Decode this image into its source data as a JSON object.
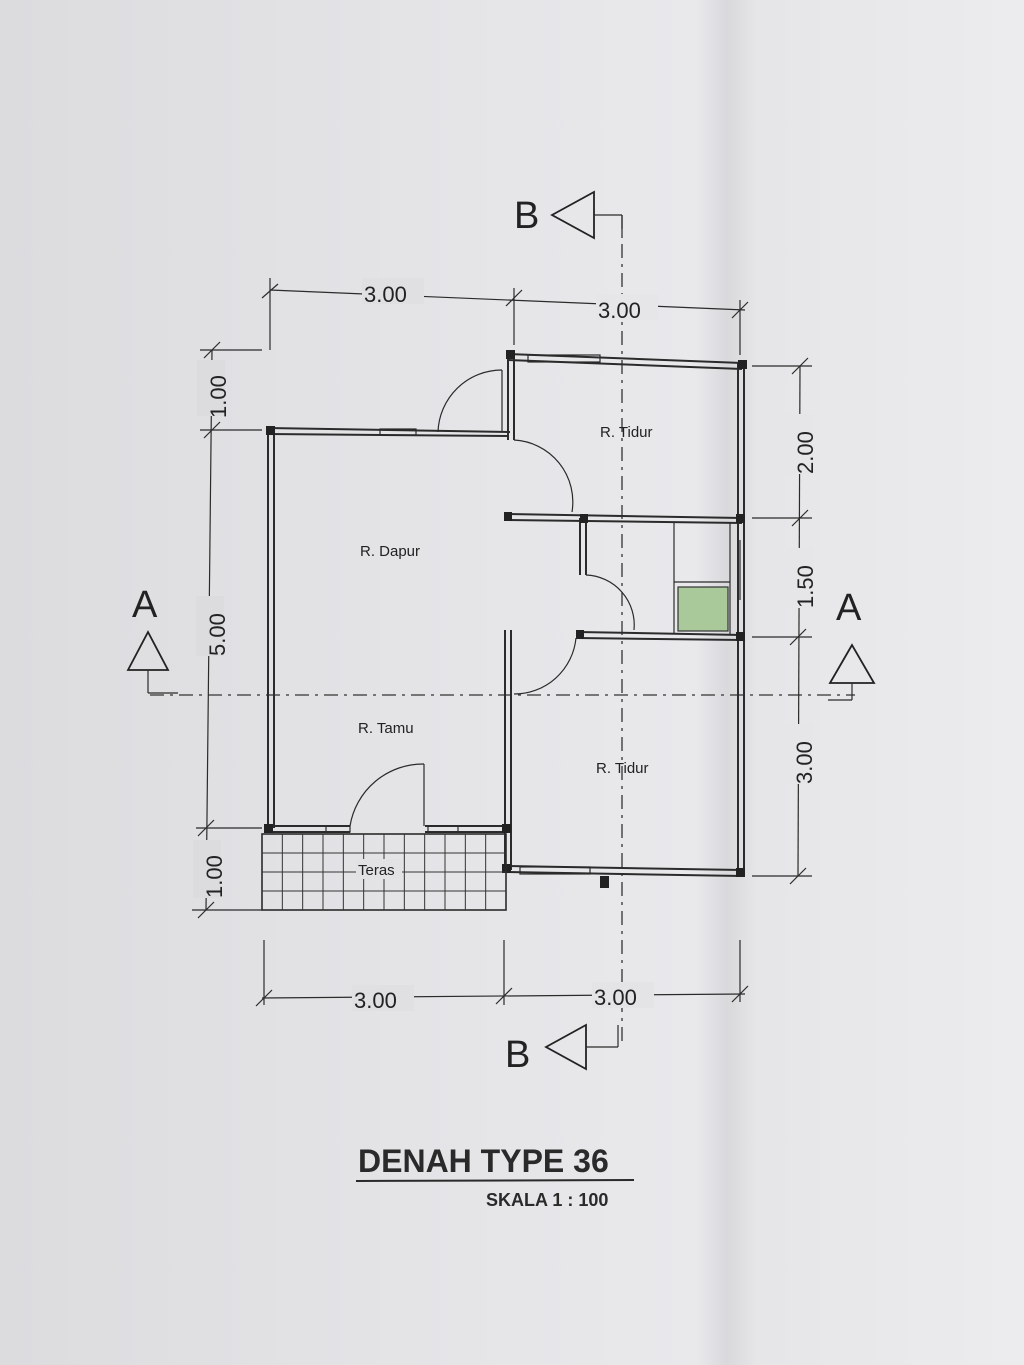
{
  "title": "DENAH TYPE 36",
  "scale": "SKALA 1 : 100",
  "rooms": {
    "bedroom_top": "R. Tidur",
    "kitchen": "R. Dapur",
    "living": "R. Tamu",
    "bedroom_bottom": "R. Tidur",
    "terrace": "Teras"
  },
  "dimensions": {
    "top_left": "3.00",
    "top_right": "3.00",
    "bottom_left": "3.00",
    "bottom_right": "3.00",
    "left_top": "1.00",
    "left_middle": "5.00",
    "left_bottom": "1.00",
    "right_top": "2.00",
    "right_middle": "1.50",
    "right_bottom": "3.00"
  },
  "sections": {
    "a_left": "A",
    "a_right": "A",
    "b_top": "B",
    "b_bottom": "B"
  }
}
